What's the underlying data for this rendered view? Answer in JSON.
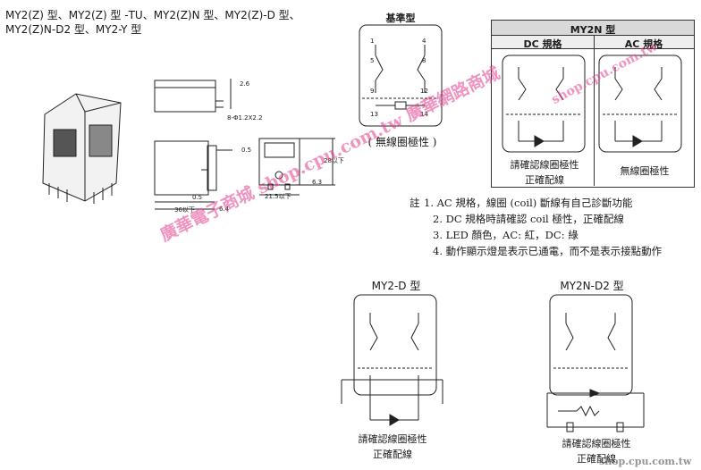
{
  "header": {
    "line1": "MY2(Z) 型、MY2(Z) 型 -TU、MY2(Z)N 型、MY2(Z)-D 型、",
    "line2": "MY2(Z)N-D2 型、MY2-Y 型"
  },
  "dims": {
    "d_2_6": "2.6",
    "d_hole": "8-Φ1.2X2.2",
    "d_0_5a": "0.5",
    "d_28": "28以下",
    "d_6_3": "6.3",
    "d_21_5": "21.5以下",
    "d_0_5b": "0.5",
    "d_36": "36以下",
    "d_6_4": "6.4"
  },
  "basic": {
    "title": "基準型",
    "caption": "( 無線圈極性 )"
  },
  "my2n": {
    "title": "MY2N 型",
    "dc_label": "DC 規格",
    "ac_label": "AC 規格",
    "dc_note1": "請確認線圈極性",
    "dc_note2": "正確配線",
    "ac_note": "無線圈極性"
  },
  "terminals": {
    "t1": "1",
    "t4": "4",
    "t5": "5",
    "t8": "8",
    "t9": "9",
    "t12": "12",
    "t13": "13",
    "t14": "14"
  },
  "notes": {
    "prefix": "註",
    "n1": "1. AC 規格，線圈 (coil) 斷線有自己診斷功能",
    "n2": "2. DC 規格時請確認 coil 極性，正確配線",
    "n3": "3. LED 顏色，AC: 紅，DC: 綠",
    "n4": "4. 動作顯示燈是表示已通電，而不是表示接點動作"
  },
  "my2d": {
    "title": "MY2-D 型",
    "note1": "請確認線圈極性",
    "note2": "正確配線"
  },
  "my2nd2": {
    "title": "MY2N-D2 型",
    "note1": "請確認線圈極性",
    "note2": "正確配線"
  },
  "watermarks": {
    "w1": "廣華電子商城 shop.cpu.com.tw 廣華網路商城",
    "w2": "shop.cpu.com.tw",
    "w3": "shop.cpu.com.tw"
  },
  "colors": {
    "ink": "#1a1a1a",
    "watermark": "#e13c8c",
    "header_fill": "#d9d9d9"
  }
}
